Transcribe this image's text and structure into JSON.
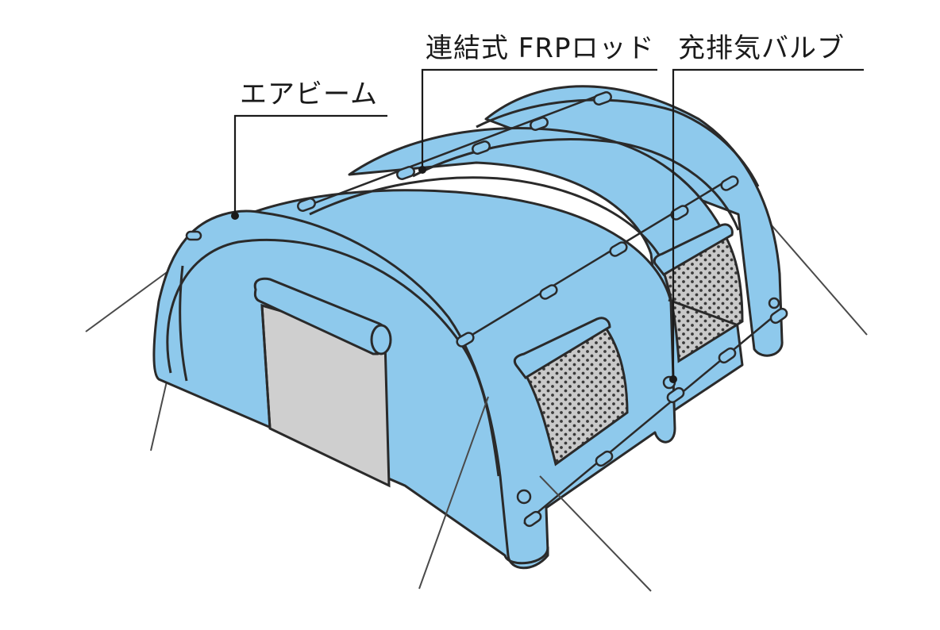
{
  "labels": {
    "air_beam": "エアビーム",
    "frp_rod": "連結式 FRPロッド",
    "valve": "充排気バルブ"
  },
  "colors": {
    "tent_fill": "#8ec9ec",
    "tent_shade": "#7dbde3",
    "outline": "#2a2a2a",
    "door_fill": "#cfcfcf",
    "mesh_fill": "#c9c9c9",
    "mesh_dot": "#3a3a3a",
    "leader_line": "#1a1a1a"
  }
}
